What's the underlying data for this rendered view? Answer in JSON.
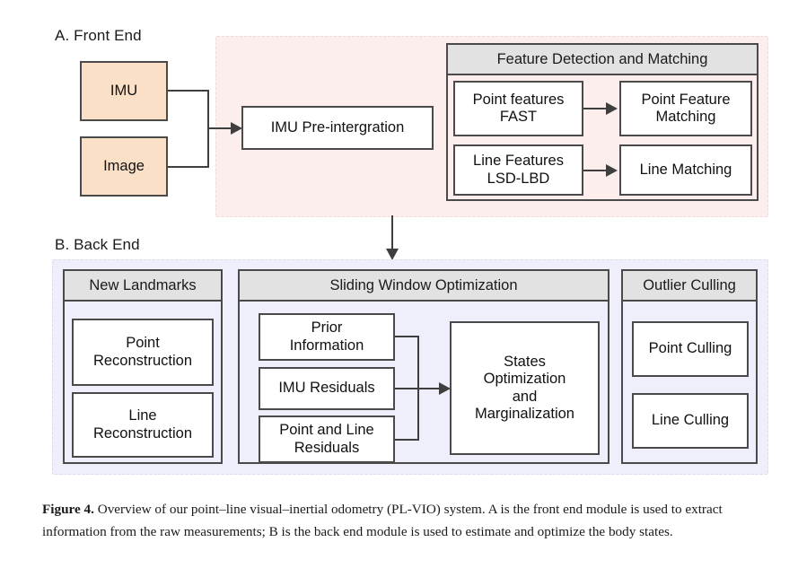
{
  "figure": {
    "sections": {
      "front_end_label": "A. Front End",
      "back_end_label": "B. Back End"
    },
    "front_end": {
      "inputs": [
        {
          "label": "IMU"
        },
        {
          "label": "Image"
        }
      ],
      "preintegration": {
        "label": "IMU Pre-intergration"
      },
      "feature_group": {
        "header": "Feature Detection and Matching",
        "nodes": [
          {
            "label": "Point features\nFAST"
          },
          {
            "label": "Point Feature\nMatching"
          },
          {
            "label": "Line Features\nLSD-LBD"
          },
          {
            "label": "Line Matching"
          }
        ]
      }
    },
    "back_end": {
      "new_landmarks": {
        "header": "New Landmarks",
        "nodes": [
          {
            "label": "Point\nReconstruction"
          },
          {
            "label": "Line\nReconstruction"
          }
        ]
      },
      "sliding_window": {
        "header": "Sliding Window Optimization",
        "residual_nodes": [
          {
            "label": "Prior\nInformation"
          },
          {
            "label": "IMU Residuals"
          },
          {
            "label": "Point and Line\nResiduals"
          }
        ],
        "optimizer_node": {
          "label": "States\nOptimization\nand\nMarginalization"
        }
      },
      "outlier_culling": {
        "header": "Outlier Culling",
        "nodes": [
          {
            "label": "Point Culling"
          },
          {
            "label": "Line Culling"
          }
        ]
      }
    },
    "colors": {
      "front_panel_bg": "#fbeeec",
      "back_panel_bg": "#eeeffa",
      "input_node_bg": "#fbe0c8",
      "group_header_bg": "#e2e2e2",
      "node_border": "#4a4a4a",
      "connector": "#3f3f3f"
    }
  },
  "caption": {
    "label": "Figure 4.",
    "text": " Overview of our point–line visual–inertial odometry (PL-VIO) system. A is the front end module is used to extract information from the raw measurements; B is the back end module is used to estimate and optimize the body states."
  }
}
